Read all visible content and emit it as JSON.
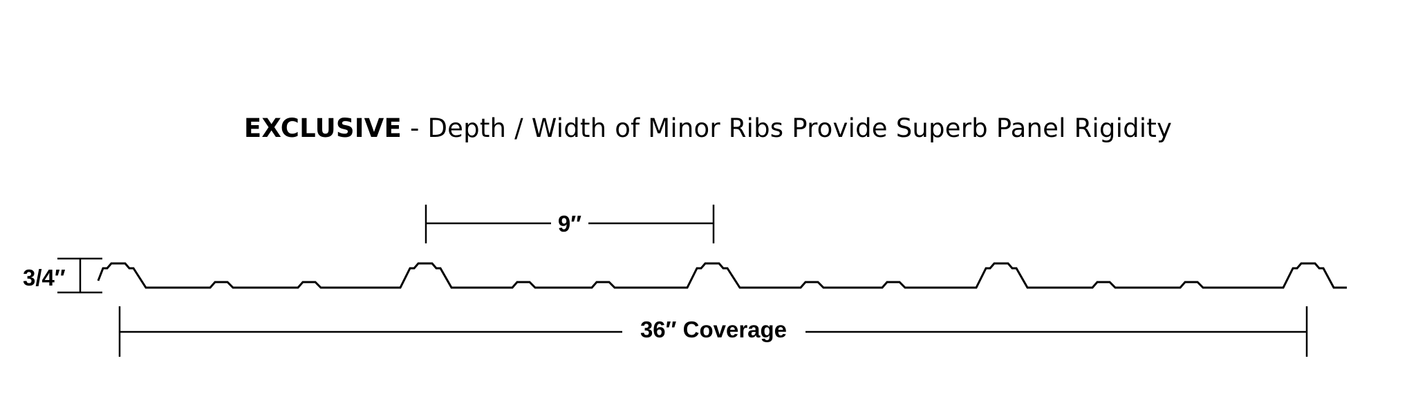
{
  "headline": {
    "emphasis": "EXCLUSIVE",
    "rest": " - Depth / Width of Minor Ribs Provide Superb Panel Rigidity"
  },
  "dimensions": {
    "depth_label": "3/4″",
    "rib_spacing_label": "9″",
    "coverage_label": "36″ Coverage"
  },
  "colors": {
    "ink": "#000000",
    "background": "#ffffff"
  }
}
